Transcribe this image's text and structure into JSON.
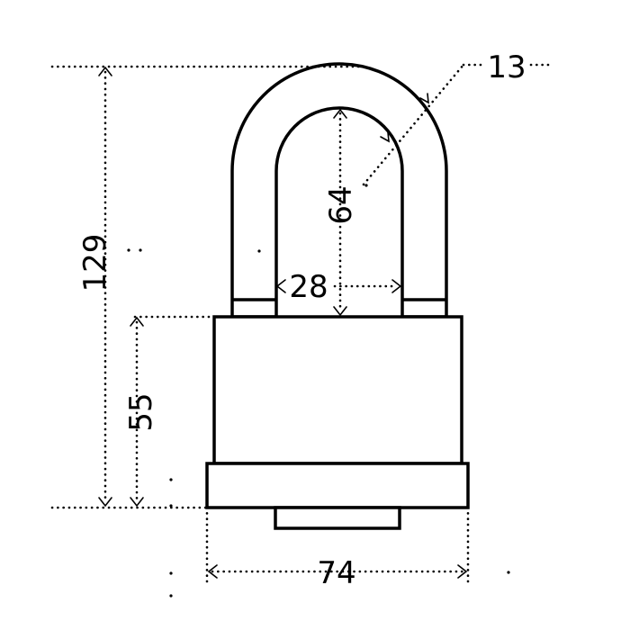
{
  "dimensions": {
    "total_height": "129",
    "body_height": "55",
    "shackle_inner_height": "64",
    "shackle_inner_width": "28",
    "shackle_thickness": "13",
    "body_width": "74"
  }
}
